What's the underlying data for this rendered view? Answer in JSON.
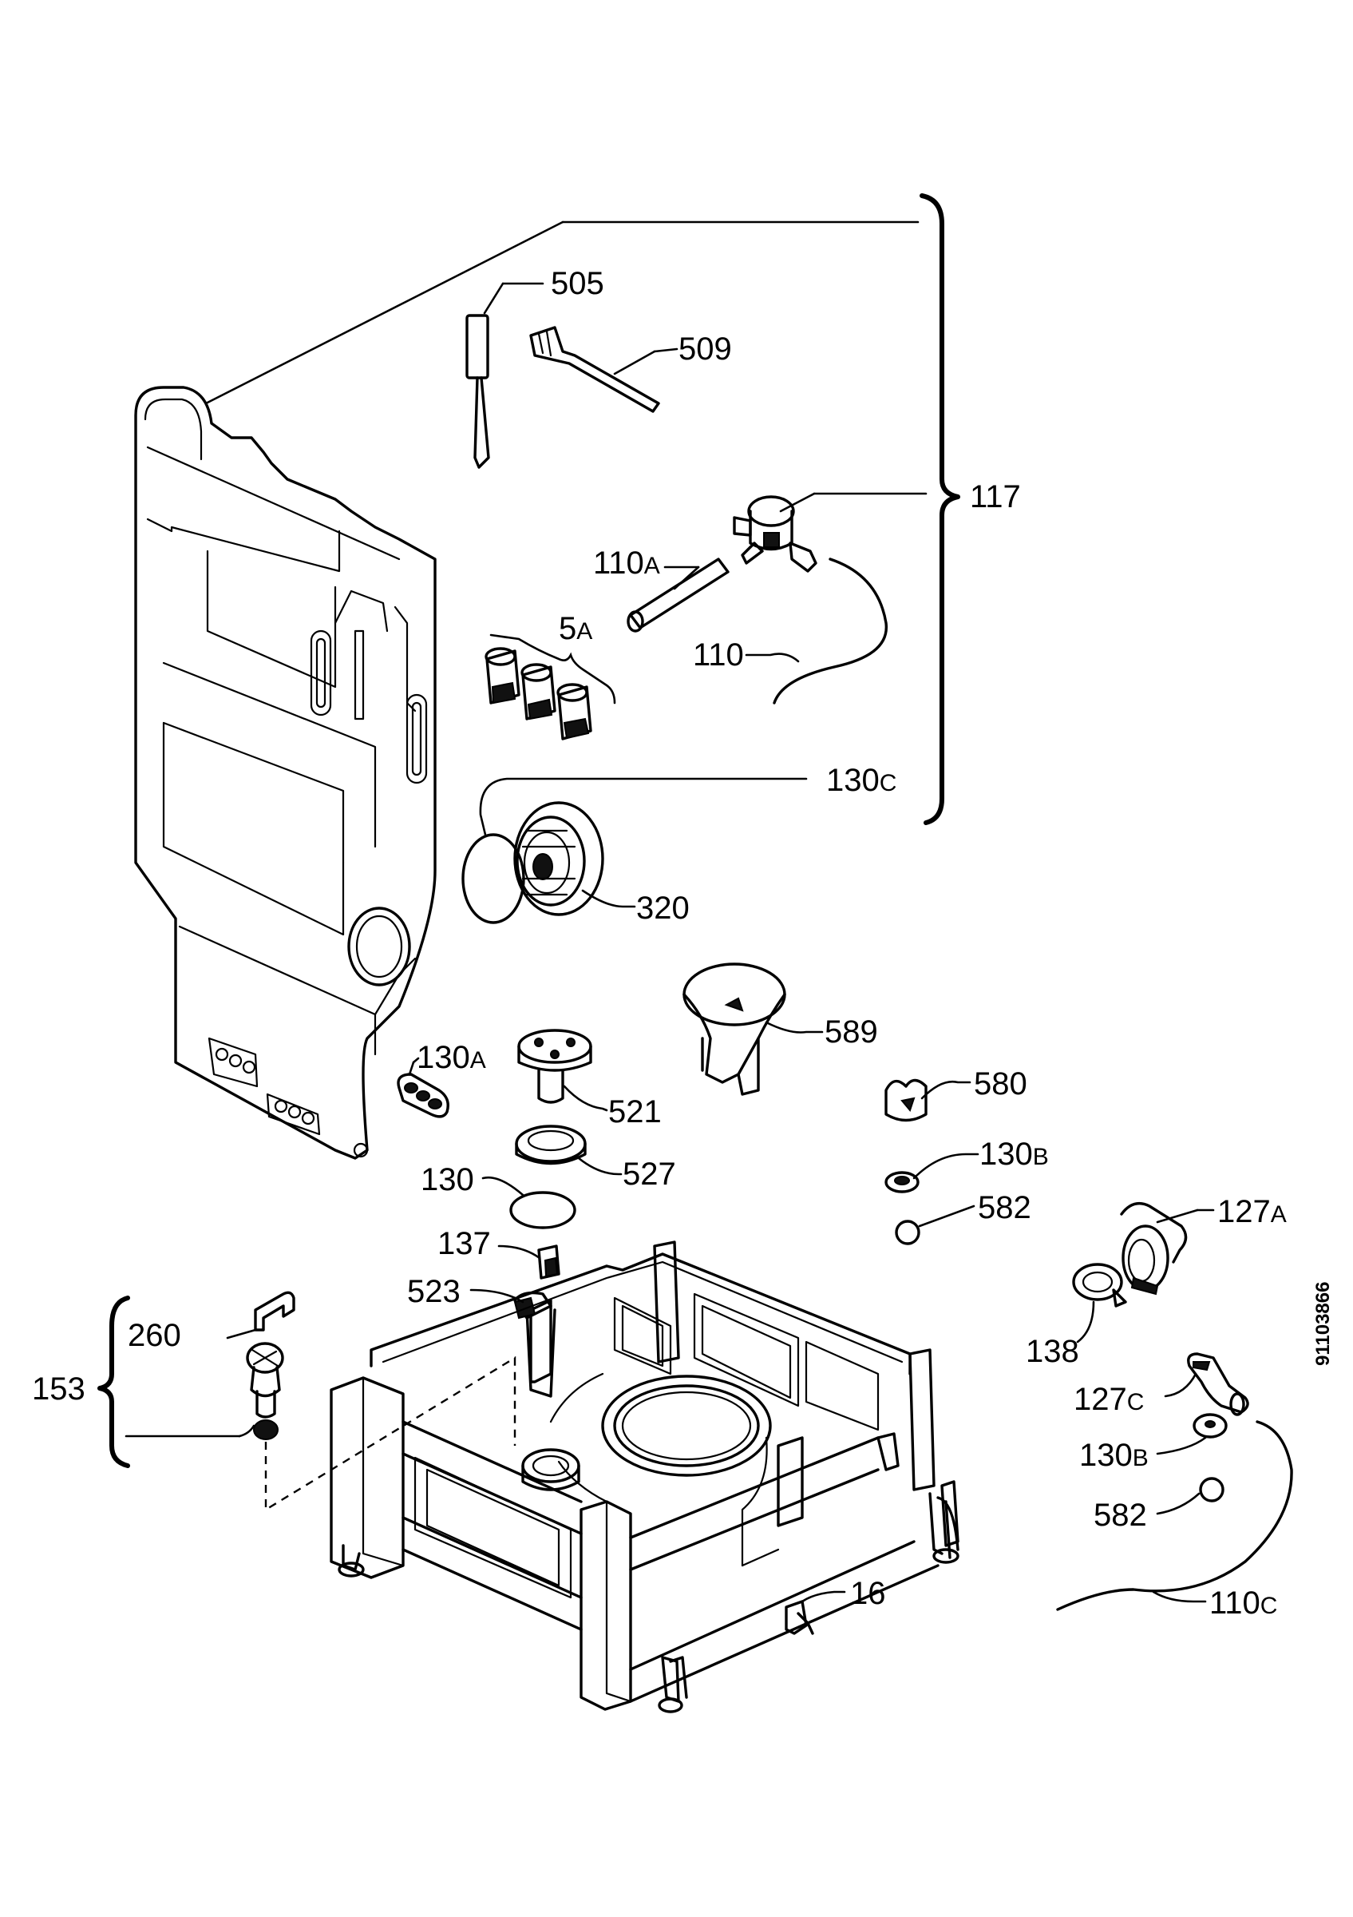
{
  "labels": {
    "p505": "505",
    "p509": "509",
    "p117": "117",
    "p110A_num": "110",
    "p110A_suf": "A",
    "p5A_num": "5",
    "p5A_suf": "A",
    "p110": "110",
    "p130C_num": "130",
    "p130C_suf": "C",
    "p320": "320",
    "p589": "589",
    "p130A_num": "130",
    "p130A_suf": "A",
    "p521": "521",
    "p580": "580",
    "p527": "527",
    "p130B1_num": "130",
    "p130B1_suf": "B",
    "p130": "130",
    "p582a": "582",
    "p127A_num": "127",
    "p127A_suf": "A",
    "p137": "137",
    "p523": "523",
    "p260": "260",
    "p138": "138",
    "p153": "153",
    "p127C_num": "127",
    "p127C_suf": "C",
    "p130B2_num": "130",
    "p130B2_suf": "B",
    "p582b": "582",
    "p16": "16",
    "p110C_num": "110",
    "p110C_suf": "C"
  },
  "document_id": "91103866"
}
